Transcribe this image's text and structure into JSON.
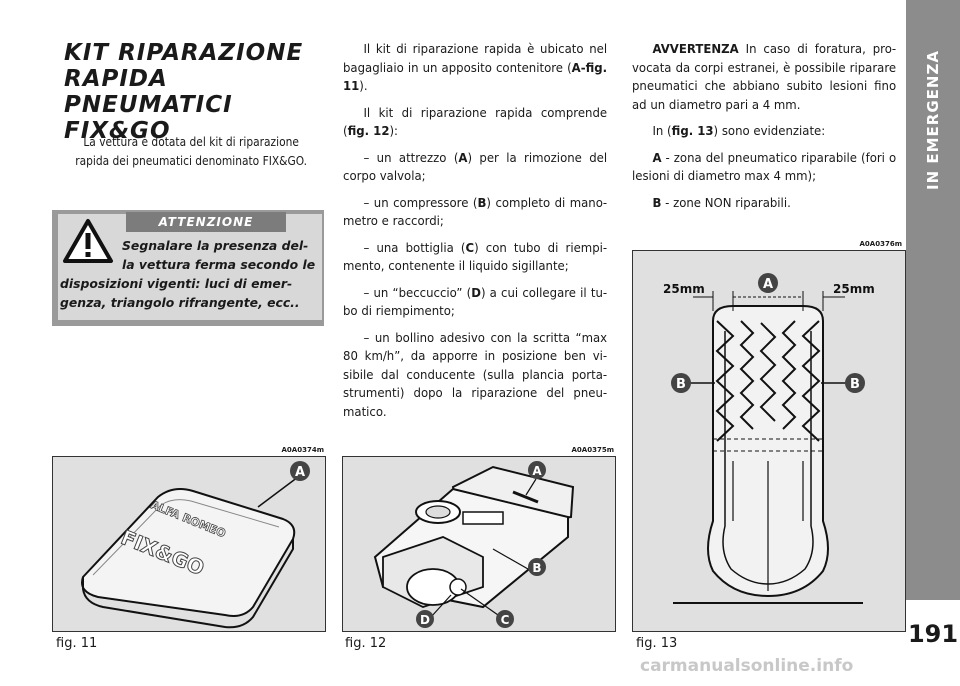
{
  "side_tab": {
    "label": "IN EMERGENZA"
  },
  "page_number": "191",
  "title": {
    "line1": "KIT RIPARAZIONE",
    "line2": "RAPIDA PNEUMATICI",
    "line3": "FIX&GO"
  },
  "intro": {
    "line1": "La vettura è dotata del kit di riparazione",
    "line2": "rapida dei pneumatici denominato FIX&GO."
  },
  "warning": {
    "heading": "ATTENZIONE",
    "line1": "Segnalare la presenza del-",
    "line2": "la vettura ferma secondo le",
    "line3": "disposizioni vigenti: luci di emer-",
    "line4": "genza, triangolo rifrangente, ecc.."
  },
  "column2": {
    "p1_a": "Il kit di riparazione rapida è ubicato nel ba­gagliaio in un apposito contenitore (",
    "p1_ref": "A-fig. 11",
    "p1_b": ").",
    "p2_a": "Il kit di riparazione rapida comprende (",
    "p2_ref": "fig. 12",
    "p2_b": "):",
    "i1_a": "– un attrezzo (",
    "i1_ref": "A",
    "i1_b": ") per la rimozione del cor­po valvola;",
    "i2_a": "– un compressore (",
    "i2_ref": "B",
    "i2_b": ") completo di mano­metro e raccordi;",
    "i3_a": "– una bottiglia (",
    "i3_ref": "C",
    "i3_b": ") con tubo di riempi­mento, contenente il liquido sigillante;",
    "i4_a": "– un “beccuccio” (",
    "i4_ref": "D",
    "i4_b": ") a cui collegare il tu­bo di riempimento;",
    "i5": "– un bollino adesivo con la scritta “max 80 km/h”, da apporre in posizione ben vi­sibile dal conducente (sulla plancia porta­strumenti) dopo la riparazione del pneu­matico."
  },
  "column3": {
    "p1_head": "AVVERTENZA",
    "p1_body": " In caso di foratura, pro­vocata da corpi estranei, è possibile ripara­re pneumatici che abbiano subito lesioni fi­no ad un diametro pari a 4 mm.",
    "p2_a": "In (",
    "p2_ref": "fig. 13",
    "p2_b": ") sono evidenziate:",
    "p3_ref": "A",
    "p3_body": " - zona del pneumatico riparabile (fori o lesioni di diametro max 4 mm);",
    "p4_ref": "B",
    "p4_body": " - zone NON riparabili."
  },
  "figures": {
    "fig11": {
      "code": "A0A0374m",
      "caption": "fig. 11",
      "label_a": "A",
      "brand": "ALFA ROMEO",
      "product": "FIX&GO"
    },
    "fig12": {
      "code": "A0A0375m",
      "caption": "fig. 12",
      "label_a": "A",
      "label_b": "B",
      "label_c": "C",
      "label_d": "D"
    },
    "fig13": {
      "code": "A0A0376m",
      "caption": "fig. 13",
      "label_a": "A",
      "label_b_left": "B",
      "label_b_right": "B",
      "dim_left": "25mm",
      "dim_right": "25mm"
    }
  },
  "watermark": "carmanualsonline.info"
}
